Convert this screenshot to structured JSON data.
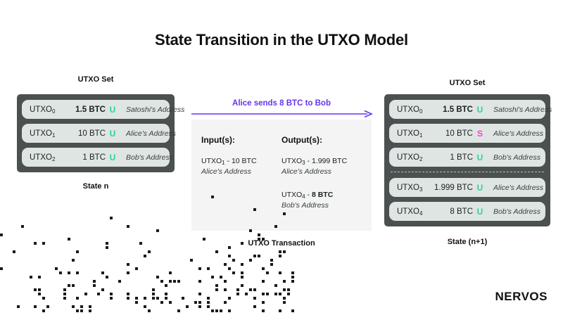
{
  "title": "State Transition in the UTXO Model",
  "brand": {
    "logo_text": "NERVOS",
    "accent_purple": "#6633ee",
    "unspent_green": "#27d3a2",
    "spent_magenta": "#ff3ed4",
    "panel_dark": "#4b5050",
    "row_light": "#dfe5e3"
  },
  "left_state": {
    "heading": "UTXO Set",
    "caption": "State n",
    "columns": [
      "id",
      "amount",
      "status",
      "address"
    ],
    "rows": [
      {
        "id": "UTXO",
        "index": "0",
        "amount": "1.5 BTC",
        "amount_bold": true,
        "status": "U",
        "status_name": "unspent",
        "address": "Satoshi's Address"
      },
      {
        "id": "UTXO",
        "index": "1",
        "amount": "10 BTC",
        "amount_bold": false,
        "status": "U",
        "status_name": "unspent",
        "address": "Alice's Address"
      },
      {
        "id": "UTXO",
        "index": "2",
        "amount": "1 BTC",
        "amount_bold": false,
        "status": "U",
        "status_name": "unspent",
        "address": "Bob's Address"
      }
    ]
  },
  "transaction": {
    "arrow_label": "Alice sends 8 BTC to Bob",
    "caption": "UTXO Transaction",
    "inputs_heading": "Input(s):",
    "outputs_heading": "Output(s):",
    "inputs": [
      {
        "id": "UTXO",
        "index": "1",
        "separator": " - ",
        "amount": "10 BTC",
        "amount_bold": false,
        "address": "Alice's Address"
      }
    ],
    "outputs": [
      {
        "id": "UTXO",
        "index": "3",
        "separator": " - ",
        "amount": "1.999 BTC",
        "amount_bold": false,
        "address": "Alice's Address"
      },
      {
        "id": "UTXO",
        "index": "4",
        "separator": " - ",
        "amount": "8 BTC",
        "amount_bold": true,
        "address": "Bob's Address"
      }
    ]
  },
  "right_state": {
    "heading": "UTXO Set",
    "caption": "State (n+1)",
    "rows_before": [
      {
        "id": "UTXO",
        "index": "0",
        "amount": "1.5 BTC",
        "amount_bold": true,
        "status": "U",
        "status_name": "unspent",
        "address": "Satoshi's Address"
      },
      {
        "id": "UTXO",
        "index": "1",
        "amount": "10 BTC",
        "amount_bold": false,
        "status": "S",
        "status_name": "spent",
        "address": "Alice's Address"
      },
      {
        "id": "UTXO",
        "index": "2",
        "amount": "1 BTC",
        "amount_bold": false,
        "status": "U",
        "status_name": "unspent",
        "address": "Bob's Address"
      }
    ],
    "rows_after": [
      {
        "id": "UTXO",
        "index": "3",
        "amount": "1.999 BTC",
        "amount_bold": false,
        "status": "U",
        "status_name": "unspent",
        "address": "Alice's Address"
      },
      {
        "id": "UTXO",
        "index": "4",
        "amount": "8 BTC",
        "amount_bold": false,
        "status": "U",
        "status_name": "unspent",
        "address": "Bob's Address"
      }
    ]
  }
}
